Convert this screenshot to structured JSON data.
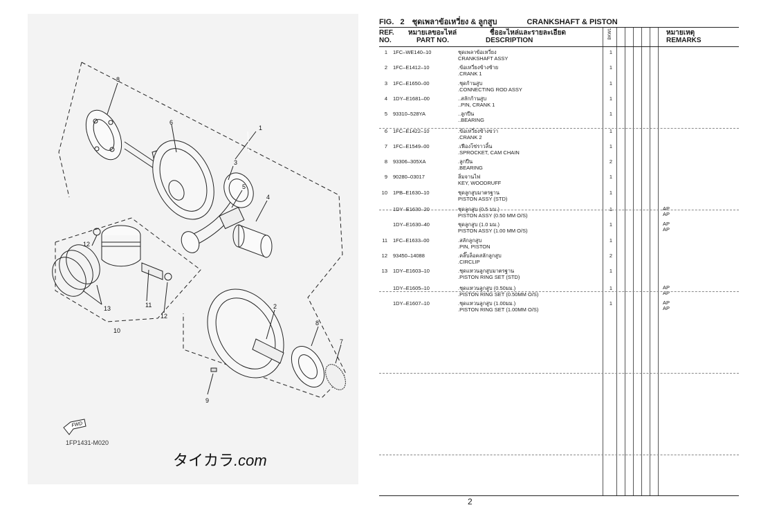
{
  "figure": {
    "label": "FIG.",
    "number": "2",
    "title_th": "ชุดเพลาข้อเหวี่ยง & ลูกสูบ",
    "title_en": "CRANKSHAFT & PISTON"
  },
  "headers": {
    "ref_line1": "REF.",
    "ref_line2": "NO.",
    "part_line1": "หมายเลขอะไหล่",
    "part_line2": "PART NO.",
    "desc_line1": "ชื่ออะไหล่และรายละเอียด",
    "desc_line2": "DESCRIPTION",
    "model": "BKW1",
    "remarks_line1": "หมายเหตุ",
    "remarks_line2": "REMARKS"
  },
  "parts": [
    {
      "ref": "1",
      "part": "1FC–WE140–10",
      "th": "ชุดเพลาข้อเหวี่ยง",
      "en": "CRANKSHAFT ASSY",
      "qty": "1",
      "remarks": []
    },
    {
      "ref": "2",
      "part": "1FC–E1412–10",
      "th": ".ข้อเหวี่ยงข้างซ้าย",
      "en": ".CRANK 1",
      "qty": "1",
      "remarks": []
    },
    {
      "ref": "3",
      "part": "1FC–E1650–00",
      "th": ".ชุดก้านสูบ",
      "en": ".CONNECTING ROD ASSY",
      "qty": "1",
      "remarks": []
    },
    {
      "ref": "4",
      "part": "1DY–E1681–00",
      "th": "..สลักก้านสูบ",
      "en": "..PIN, CRANK 1",
      "qty": "1",
      "remarks": []
    },
    {
      "ref": "5",
      "part": "93310–528YA",
      "th": "..ลูกปืน",
      "en": "..BEARING",
      "qty": "1",
      "remarks": []
    },
    {
      "ref": "6",
      "part": "1FC–E1422–10",
      "th": ".ข้อเหวี่ยงข้างขวา",
      "en": ".CRANK 2",
      "qty": "1",
      "remarks": []
    },
    {
      "ref": "7",
      "part": "1FC–E1549–00",
      "th": ".เฟืองโซ่ราวลิ้น",
      "en": ".SPROCKET, CAM CHAIN",
      "qty": "1",
      "remarks": []
    },
    {
      "ref": "8",
      "part": "93306–305XA",
      "th": ".ลูกปืน",
      "en": ".BEARING",
      "qty": "2",
      "remarks": []
    },
    {
      "ref": "9",
      "part": "90280–03017",
      "th": "ลิ่มจานไฟ",
      "en": "KEY, WOODRUFF",
      "qty": "1",
      "remarks": []
    },
    {
      "ref": "10",
      "part": "1PB–E1630–10",
      "th": "ชุดลูกสูบมาตรฐาน",
      "en": "PISTON ASSY (STD)",
      "qty": "1",
      "remarks": []
    },
    {
      "ref": "",
      "part": "1DY–E1630–20",
      "th": "ชุดลูกสูบ (0.5 มม.)",
      "en": "PISTON ASSY (0.50 MM O/S)",
      "qty": "1",
      "remarks": [
        "AP",
        "AP"
      ]
    },
    {
      "ref": "",
      "part": "1DY–E1630–40",
      "th": "ชุดลูกสูบ (1.0 มม.)",
      "en": "PISTON ASSY (1.00 MM O/S)",
      "qty": "1",
      "remarks": [
        "AP",
        "AP"
      ]
    },
    {
      "ref": "11",
      "part": "1FC–E1633–00",
      "th": ".สลักลูกสูบ",
      "en": ".PIN, PISTON",
      "qty": "1",
      "remarks": []
    },
    {
      "ref": "12",
      "part": "93450–14088",
      "th": ".คลิ๊บล็อคสลักลูกสูบ",
      "en": ".CIRCLIP",
      "qty": "2",
      "remarks": []
    },
    {
      "ref": "13",
      "part": "1DY–E1603–10",
      "th": ".ชุดแหวนลูกสูบมาตรฐาน",
      "en": ".PISTON RING SET (STD)",
      "qty": "1",
      "remarks": []
    },
    {
      "ref": "",
      "part": "1DY–E1605–10",
      "th": ".ชุดแหวนลูกสูบ (0.50มม.)",
      "en": ".PISTON RING SET (0.50MM O/S)",
      "qty": "1",
      "remarks": [
        "AP",
        "AP"
      ]
    },
    {
      "ref": "",
      "part": "1DY–E1607–10",
      "th": ".ชุดแหวนลูกสูบ (1.00มม.)",
      "en": ".PISTON RING SET (1.00MM O/S)",
      "qty": "1",
      "remarks": [
        "AP",
        "AP"
      ]
    }
  ],
  "diagram": {
    "callouts": [
      "1",
      "2",
      "3",
      "4",
      "5",
      "6",
      "7",
      "8",
      "8",
      "9",
      "10",
      "11",
      "12",
      "12",
      "13"
    ],
    "fwd_label": "FWD",
    "drawing_code": "1FP1431-M020"
  },
  "watermark": {
    "text_jp": "タイカラ",
    "text_dot": ".com"
  },
  "page_number": "2"
}
